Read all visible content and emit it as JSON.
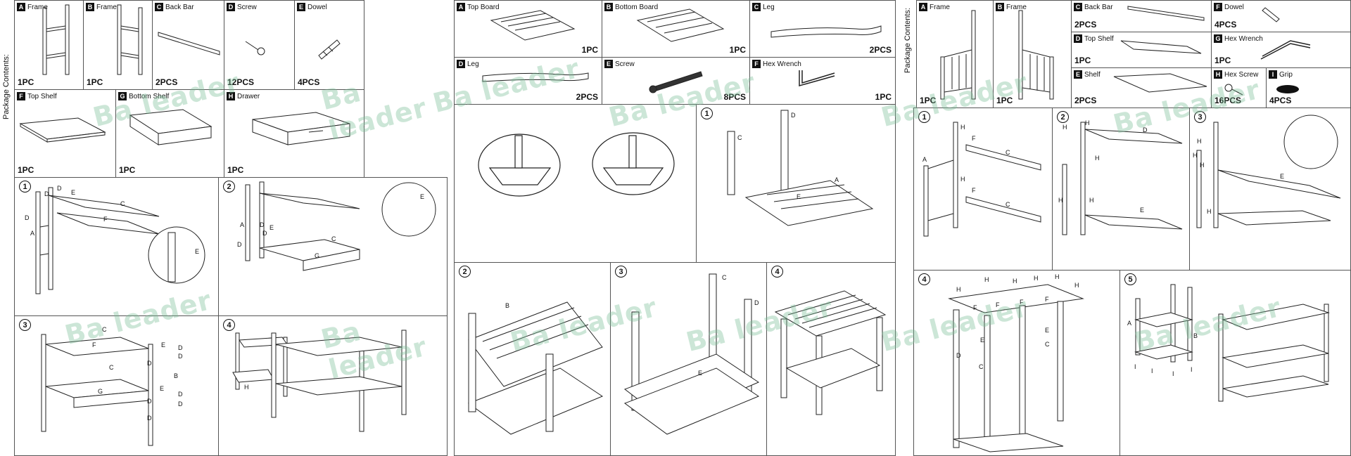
{
  "package_label": "Package Contents:",
  "watermark": "Ba leader",
  "sheet1": {
    "parts": [
      {
        "letter": "A",
        "name": "Frame",
        "qty": "1PC"
      },
      {
        "letter": "B",
        "name": "Frame",
        "qty": "1PC"
      },
      {
        "letter": "C",
        "name": "Back Bar",
        "qty": "2PCS"
      },
      {
        "letter": "D",
        "name": "Screw",
        "qty": "12PCS"
      },
      {
        "letter": "E",
        "name": "Dowel",
        "qty": "4PCS"
      },
      {
        "letter": "F",
        "name": "Top Shelf",
        "qty": "1PC"
      },
      {
        "letter": "G",
        "name": "Bottom Shelf",
        "qty": "1PC"
      },
      {
        "letter": "H",
        "name": "Drawer",
        "qty": "1PC"
      }
    ],
    "steps": [
      "1",
      "2",
      "3",
      "4"
    ]
  },
  "sheet2": {
    "parts": [
      {
        "letter": "A",
        "name": "Top Board",
        "qty": "1PC"
      },
      {
        "letter": "B",
        "name": "Bottom Board",
        "qty": "1PC"
      },
      {
        "letter": "C",
        "name": "Leg",
        "qty": "2PCS"
      },
      {
        "letter": "D",
        "name": "Leg",
        "qty": "2PCS"
      },
      {
        "letter": "E",
        "name": "Screw",
        "qty": "8PCS"
      },
      {
        "letter": "F",
        "name": "Hex Wrench",
        "qty": "1PC"
      }
    ],
    "steps": [
      "1",
      "2",
      "3",
      "4"
    ]
  },
  "sheet3": {
    "parts": [
      {
        "letter": "A",
        "name": "Frame",
        "qty": "1PC"
      },
      {
        "letter": "B",
        "name": "Frame",
        "qty": "1PC"
      },
      {
        "letter": "C",
        "name": "Back Bar",
        "qty": "2PCS"
      },
      {
        "letter": "F",
        "name": "Dowel",
        "qty": "4PCS"
      },
      {
        "letter": "D",
        "name": "Top Shelf",
        "qty": "1PC"
      },
      {
        "letter": "G",
        "name": "Hex Wrench",
        "qty": "1PC"
      },
      {
        "letter": "E",
        "name": "Shelf",
        "qty": "2PCS"
      },
      {
        "letter": "H",
        "name": "Hex Screw",
        "qty": "16PCS"
      },
      {
        "letter": "I",
        "name": "Grip",
        "qty": "4PCS"
      }
    ],
    "steps": [
      "1",
      "2",
      "3",
      "4",
      "5"
    ]
  },
  "diagram_labels": {
    "s1_step1": [
      "A",
      "D",
      "D",
      "D",
      "E",
      "C",
      "F",
      "E"
    ],
    "s1_step2": [
      "A",
      "D",
      "D",
      "E",
      "C",
      "D",
      "G",
      "E"
    ],
    "s1_step3": [
      "C",
      "F",
      "C",
      "G",
      "E",
      "D",
      "D",
      "B",
      "E",
      "D",
      "D",
      "D",
      "D",
      "D"
    ],
    "s1_step4": [
      "H"
    ],
    "s2_step1": [
      "C",
      "D",
      "A",
      "E"
    ],
    "s2_step2": [
      "B"
    ],
    "s2_step3": [
      "C",
      "D",
      "E"
    ],
    "s3_step1": [
      "H",
      "F",
      "A",
      "C",
      "H",
      "F",
      "C"
    ],
    "s3_step2": [
      "H",
      "H",
      "D",
      "H",
      "E",
      "H",
      "H"
    ],
    "s3_step3": [
      "H",
      "H",
      "H",
      "E",
      "H"
    ],
    "s3_step4": [
      "H",
      "H",
      "H",
      "H",
      "H",
      "H",
      "F",
      "F",
      "F",
      "F",
      "E",
      "E",
      "C",
      "C",
      "D"
    ],
    "s3_step5": [
      "A",
      "B",
      "I",
      "I",
      "I",
      "I"
    ]
  }
}
